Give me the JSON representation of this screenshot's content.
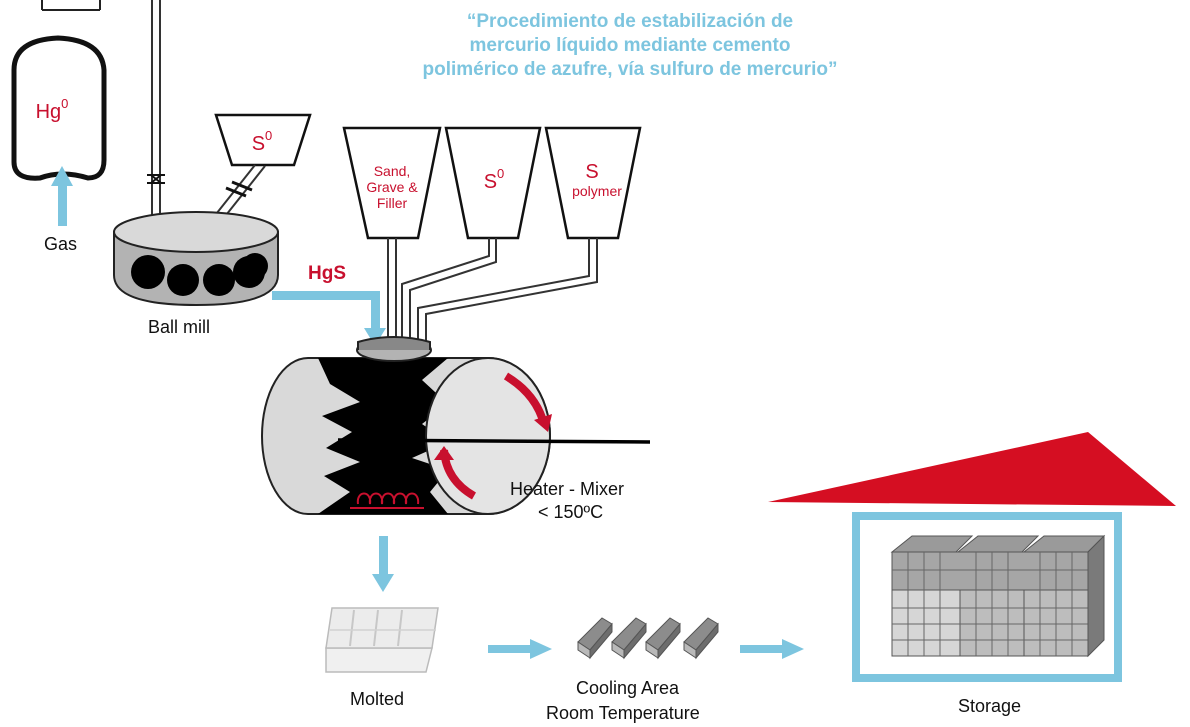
{
  "title": {
    "line1": "“Procedimiento de estabilización de",
    "line2": "mercurio líquido mediante cemento",
    "line3": "polimérico de azufre, vía sulfuro de mercurio”"
  },
  "tank": {
    "label_main": "Hg",
    "label_sup": "0"
  },
  "gas": {
    "label": "Gas"
  },
  "ball_mill": {
    "label": "Ball mill"
  },
  "hopper_s0_small": {
    "label_main": "S",
    "label_sup": "0"
  },
  "hoppers": {
    "sand": {
      "line1": "Sand,",
      "line2": "Grave &",
      "line3": "Filler"
    },
    "s0": {
      "label_main": "S",
      "label_sup": "0"
    },
    "spolymer": {
      "line1": "S",
      "line2": "polymer"
    }
  },
  "hgs": {
    "label": "HgS"
  },
  "heater": {
    "line1": "Heater - Mixer",
    "line2": "< 150ºC"
  },
  "molted": {
    "label": "Molted"
  },
  "cooling": {
    "line1": "Cooling Area",
    "line2": "Room Temperature"
  },
  "storage": {
    "label": "Storage"
  },
  "colors": {
    "accent_blue": "#7dc5df",
    "red": "#c8102e",
    "grey": "#d9d9d9"
  }
}
